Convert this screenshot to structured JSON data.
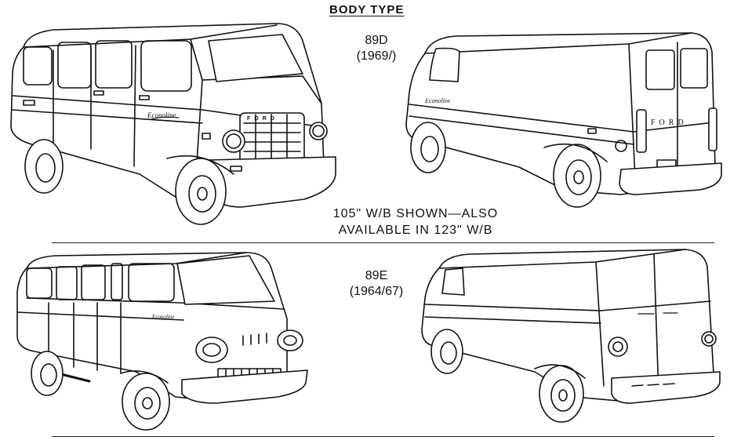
{
  "heading": "BODY TYPE",
  "models": [
    {
      "code": "89D",
      "years": "(1969/)"
    },
    {
      "code": "89E",
      "years": "(1964/67)"
    }
  ],
  "note": {
    "line1": "105\" W/B SHOWN—ALSO",
    "line2": "AVAILABLE IN 123\" W/B"
  },
  "illustrations": [
    {
      "name": "89D-front-three-quarter",
      "script_badge": "Econoline",
      "grille_lettering": "FORD"
    },
    {
      "name": "89D-rear-three-quarter",
      "script_badge": "Econoline",
      "door_lettering": "FORD"
    },
    {
      "name": "89E-front-three-quarter",
      "script_badge": "Econoline"
    },
    {
      "name": "89E-rear-three-quarter"
    }
  ]
}
